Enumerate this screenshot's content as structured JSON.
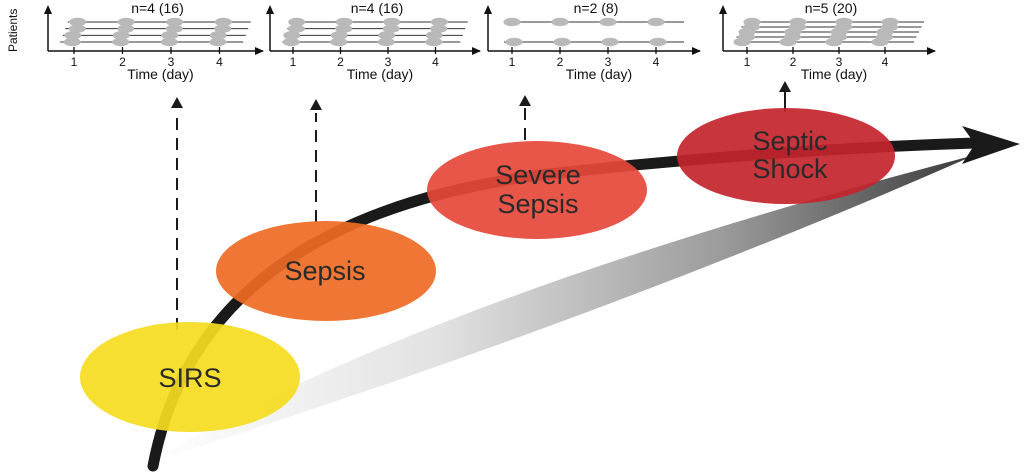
{
  "diagram": {
    "y_axis_label": "Patients",
    "time_axis_label": "Time (day)",
    "day_ticks": [
      "1",
      "2",
      "3",
      "4"
    ],
    "stages": [
      {
        "id": "sirs",
        "lines": [
          "SIRS"
        ],
        "color": "#f5dc1e"
      },
      {
        "id": "sepsis",
        "lines": [
          "Sepsis"
        ],
        "color": "#ee6a23"
      },
      {
        "id": "severe",
        "lines": [
          "Severe",
          "Sepsis"
        ],
        "color": "#e6463a"
      },
      {
        "id": "septic",
        "lines": [
          "Septic",
          "Shock"
        ],
        "color": "#c4242c"
      }
    ],
    "panels": [
      {
        "stage": "sirs",
        "title": "n=4 (16)",
        "patients": 4
      },
      {
        "stage": "sepsis",
        "title": "n=4 (16)",
        "patients": 4
      },
      {
        "stage": "severe",
        "title": "n=2 (8)",
        "patients": 2
      },
      {
        "stage": "septic",
        "title": "n=5 (20)",
        "patients": 5
      }
    ],
    "colors": {
      "progression_arrow": "#1a1a1a",
      "dot": "#b9b9b9",
      "shade_dark": "#3a3a3a"
    }
  }
}
